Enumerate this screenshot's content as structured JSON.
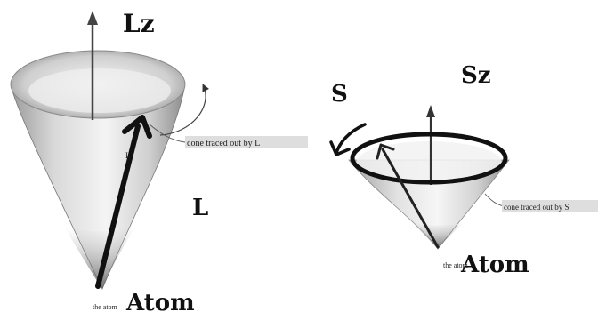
{
  "left_diagram": {
    "axis_label": "Lz",
    "vector_label": "L",
    "base_label": "Atom",
    "cone_caption": "cone traced out by L",
    "faint_cone_mark": "L",
    "faint_base_mark": "the atom"
  },
  "right_diagram": {
    "axis_label": "Sz",
    "vector_label": "S",
    "base_label": "Atom",
    "cone_caption": "cone traced out by S",
    "faint_base_mark": "the atom"
  },
  "colors": {
    "ink": "#111111",
    "cone_light": "#f2f2f2",
    "cone_dark": "#6a6a6a",
    "caption_bg": "#dddddd"
  }
}
